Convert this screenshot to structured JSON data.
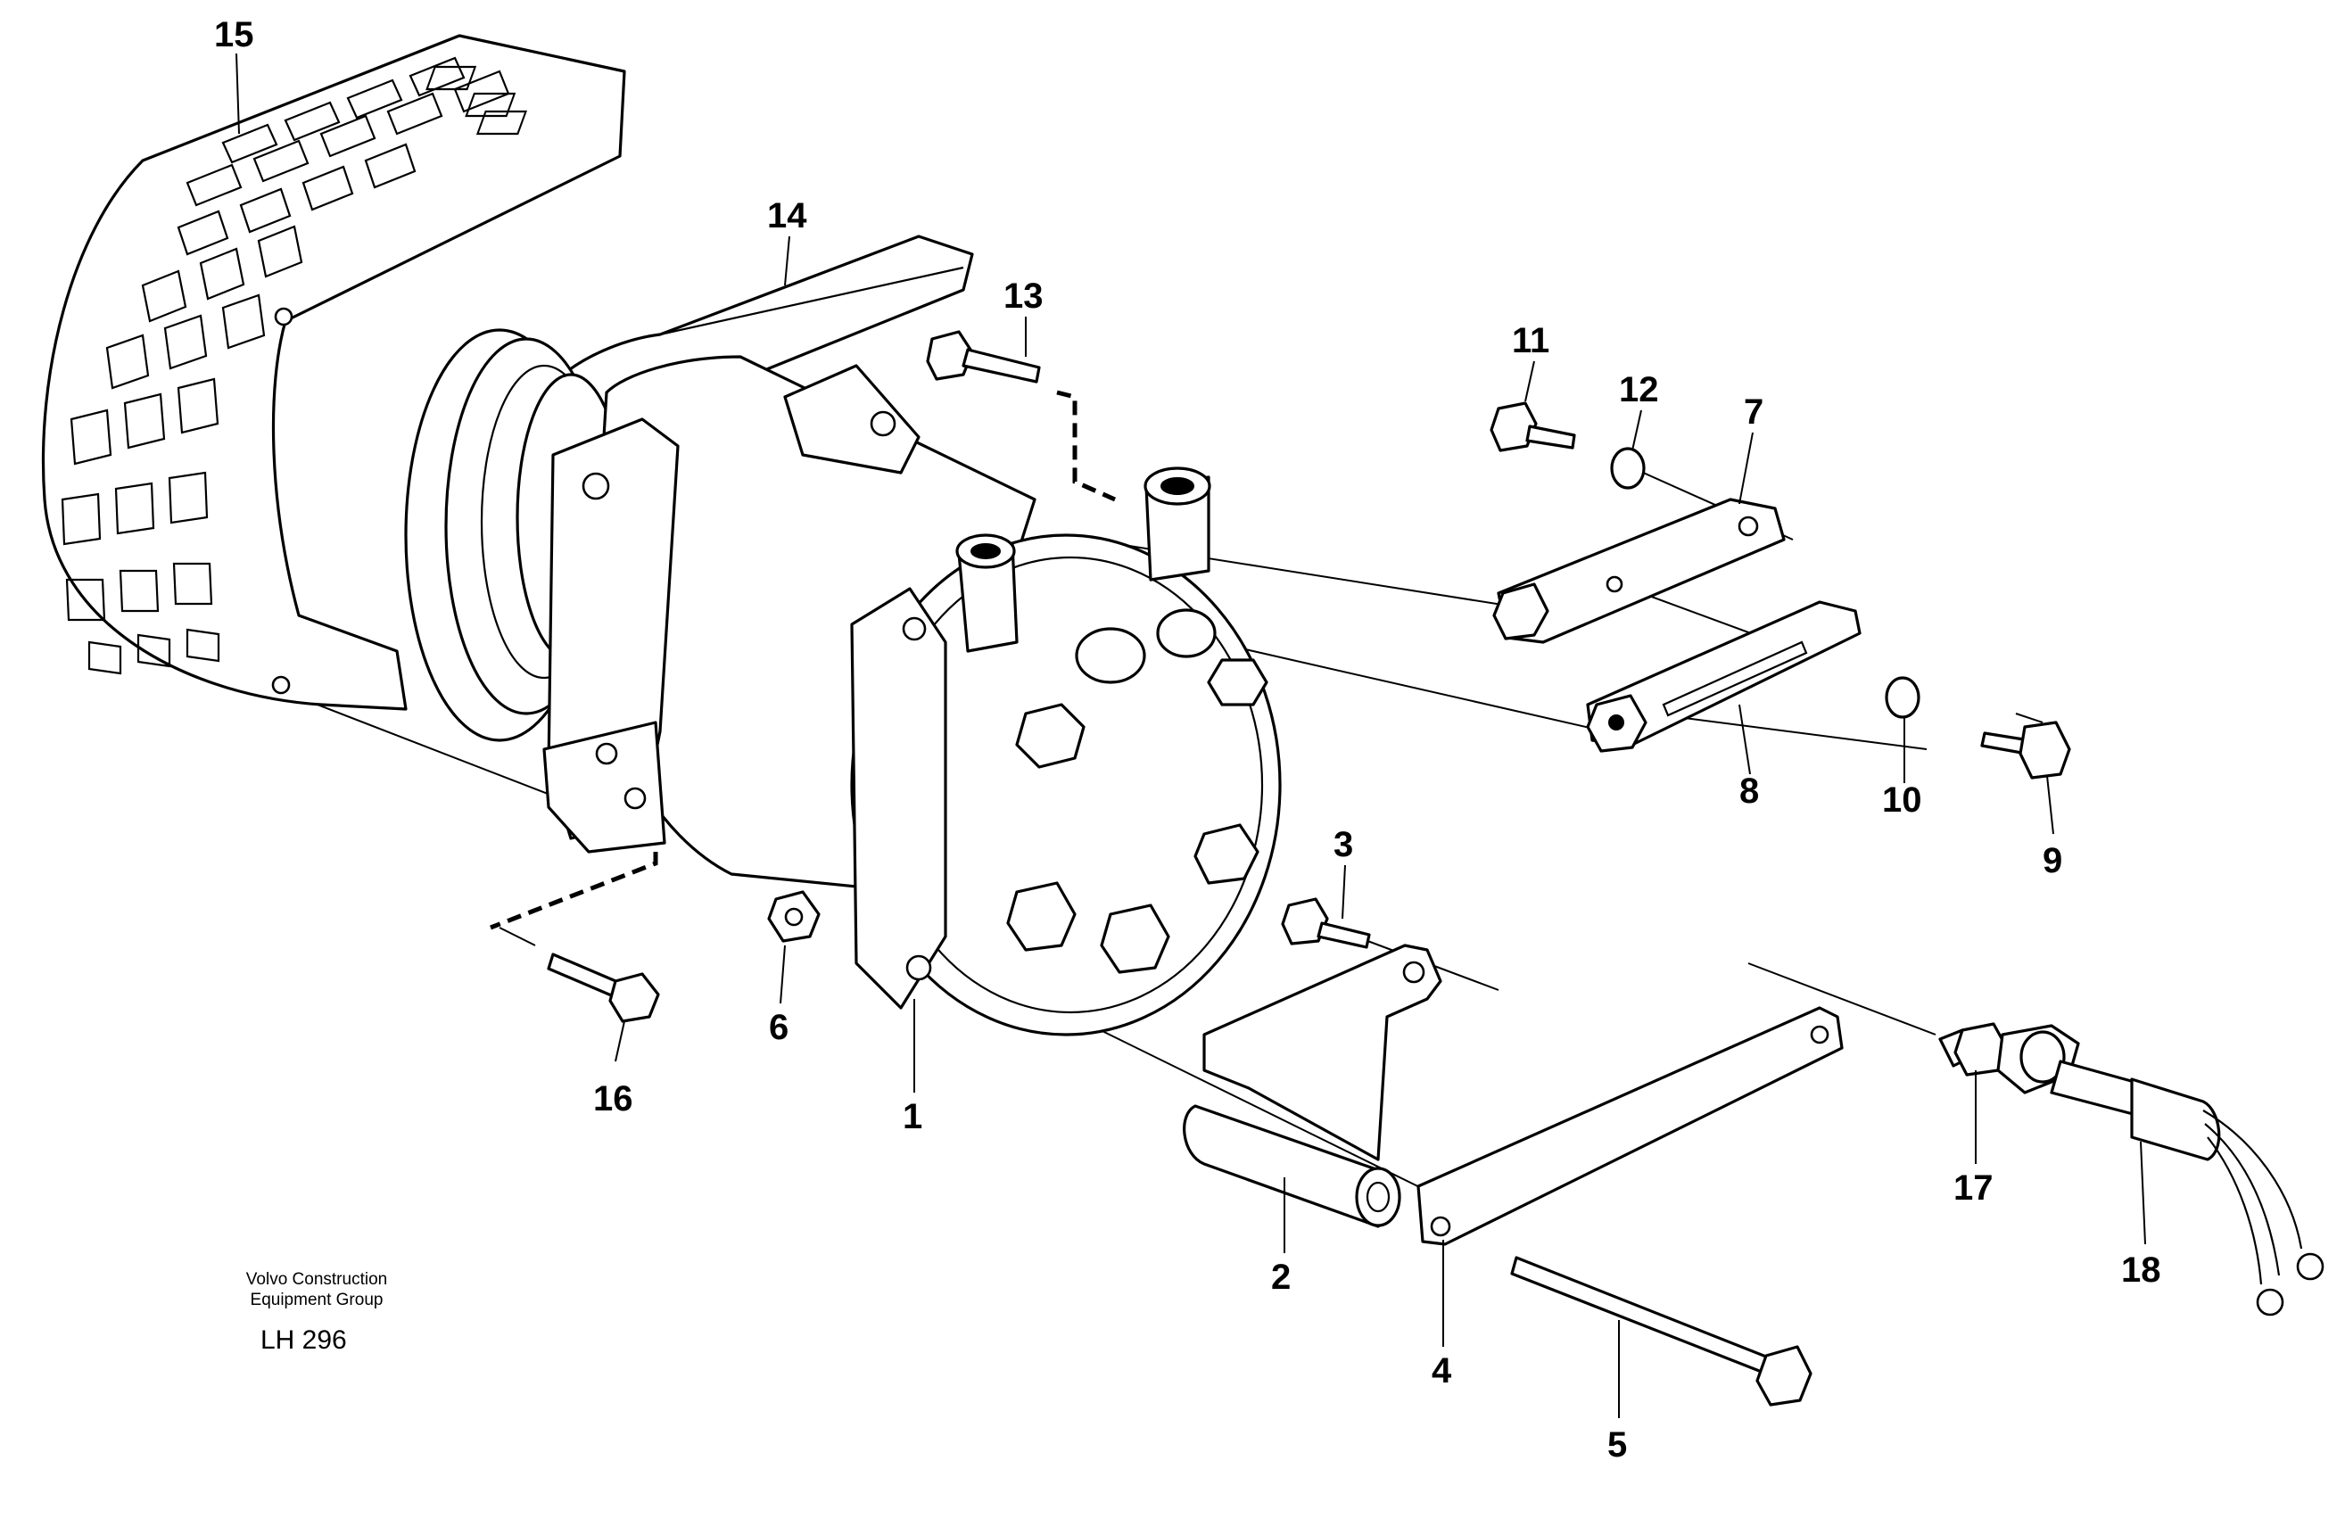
{
  "callouts": [
    {
      "id": "1",
      "label": "1"
    },
    {
      "id": "2",
      "label": "2"
    },
    {
      "id": "3",
      "label": "3"
    },
    {
      "id": "4",
      "label": "4"
    },
    {
      "id": "5",
      "label": "5"
    },
    {
      "id": "6",
      "label": "6"
    },
    {
      "id": "7",
      "label": "7"
    },
    {
      "id": "8",
      "label": "8"
    },
    {
      "id": "9",
      "label": "9"
    },
    {
      "id": "10",
      "label": "10"
    },
    {
      "id": "11",
      "label": "11"
    },
    {
      "id": "12",
      "label": "12"
    },
    {
      "id": "13",
      "label": "13"
    },
    {
      "id": "14",
      "label": "14"
    },
    {
      "id": "15",
      "label": "15"
    },
    {
      "id": "16",
      "label": "16"
    },
    {
      "id": "17",
      "label": "17"
    },
    {
      "id": "18",
      "label": "18"
    }
  ],
  "caption": {
    "line1": "Volvo Construction",
    "line2": "Equipment Group",
    "code": "LH 296"
  }
}
